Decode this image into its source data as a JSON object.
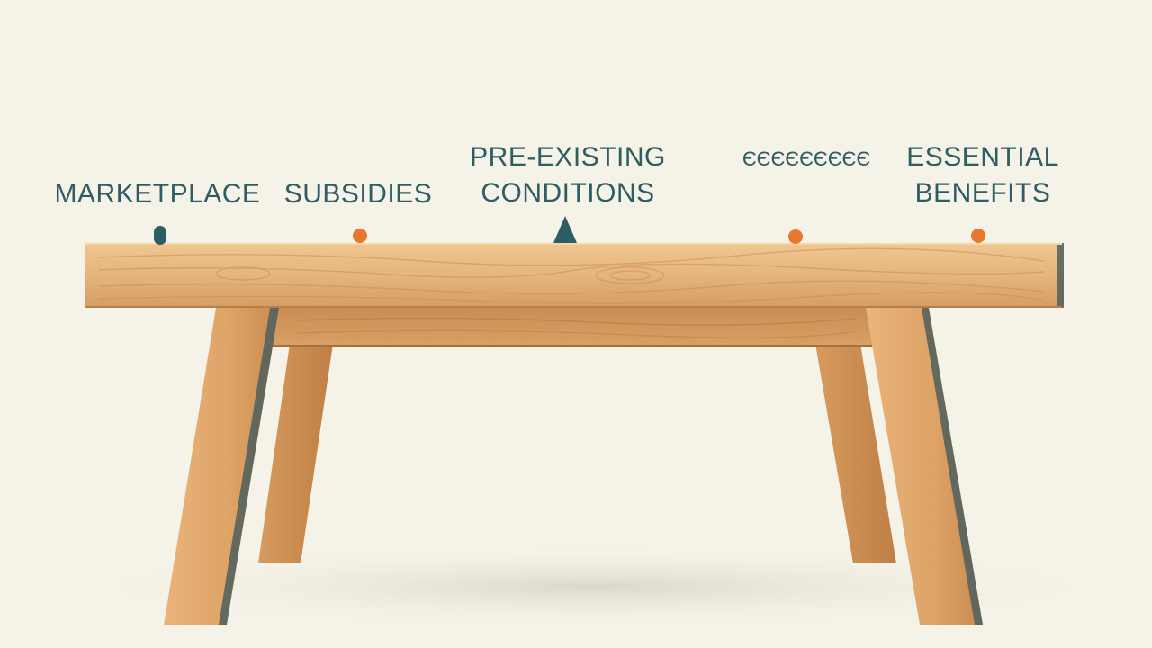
{
  "diagram": {
    "labels": {
      "marketplace": "MARKETPLACE",
      "subsidies": "SUBSIDIES",
      "pre_existing_line1": "PRE-EXISTING",
      "pre_existing_line2": "CONDITIONS",
      "garbled": "ЄЄЄЄЄЄЄЄЄ",
      "essential_line1": "ESSENTIAL",
      "essential_line2": "BENEFITS"
    },
    "colors": {
      "background": "#f5f2e8",
      "teal": "#2e5d63",
      "orange": "#e8782e",
      "wood_light": "#e7b77c",
      "wood_mid": "#d79f62",
      "wood_dark": "#b9783e",
      "edge": "#4f5f5f"
    },
    "marker_types": {
      "marketplace": "teal-pill",
      "subsidies": "orange-dot",
      "pre_existing": "teal-triangle",
      "garbled": "orange-dot",
      "essential": "orange-dot"
    }
  }
}
